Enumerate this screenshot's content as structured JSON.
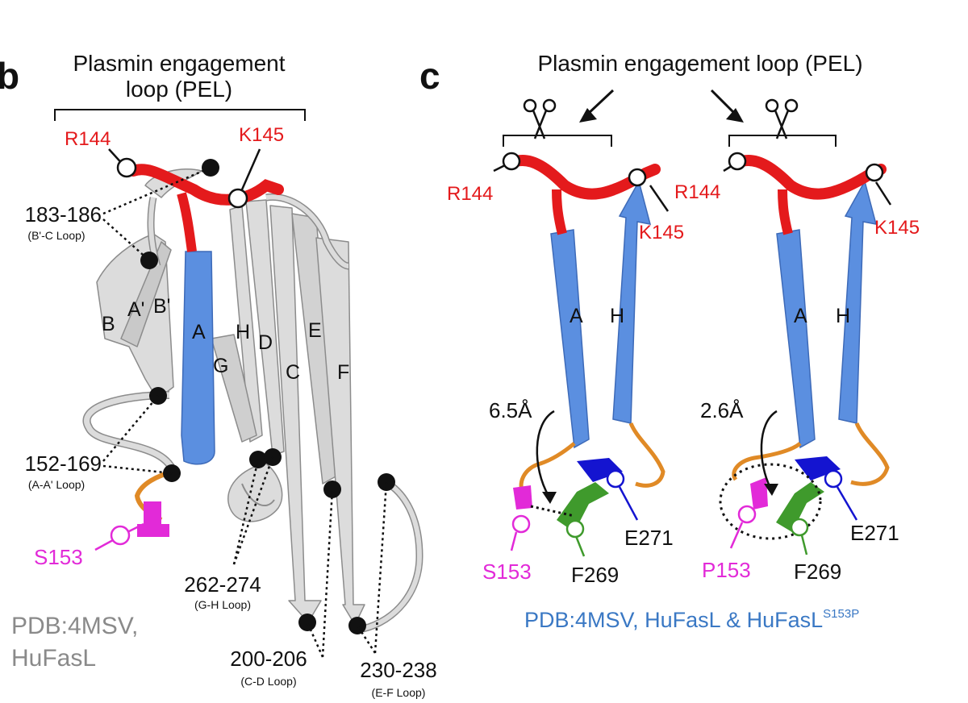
{
  "panel_b": {
    "letter": "b",
    "heading_line1": "Plasmin engagement",
    "heading_line2": "loop (PEL)",
    "residue_r144": "R144",
    "residue_k145": "K145",
    "residue_s153": "S153",
    "strands": {
      "B": "B",
      "A_prime": "A'",
      "B_prime": "B'",
      "A": "A",
      "H": "H",
      "D": "D",
      "E": "E",
      "G": "G",
      "C": "C",
      "F": "F"
    },
    "loops": [
      {
        "range": "183-186",
        "name": "(B'-C Loop)"
      },
      {
        "range": "152-169",
        "name": "(A-A' Loop)"
      },
      {
        "range": "262-274",
        "name": "(G-H Loop)"
      },
      {
        "range": "200-206",
        "name": "(C-D Loop)"
      },
      {
        "range": "230-238",
        "name": "(E-F Loop)"
      }
    ],
    "pdb_line1": "PDB:4MSV,",
    "pdb_line2": "HuFasL"
  },
  "panel_c": {
    "letter": "c",
    "heading": "Plasmin engagement loop (PEL)",
    "left": {
      "residue_r144": "R144",
      "residue_k145": "K145",
      "strand_a": "A",
      "strand_h": "H",
      "distance": "6.5Å",
      "residue_153": "S153",
      "residue_f269": "F269",
      "residue_e271": "E271"
    },
    "right": {
      "residue_r144": "R144",
      "residue_k145": "K145",
      "strand_a": "A",
      "strand_h": "H",
      "distance": "2.6Å",
      "residue_153": "P153",
      "residue_f269": "F269",
      "residue_e271": "E271"
    },
    "pdb_caption": "PDB:4MSV, HuFasL & HuFasL",
    "pdb_caption_sup": "S153P"
  },
  "colors": {
    "red": "#e41a1c",
    "blue": "#5b8fe0",
    "magenta": "#e22ad8",
    "green": "#3f9a2c",
    "navy": "#1414d0",
    "orange": "#e08a26",
    "gray_ribbon": "#dcdcdc",
    "caption_blue": "#3a78c4",
    "caption_gray": "#8a8a8a"
  }
}
